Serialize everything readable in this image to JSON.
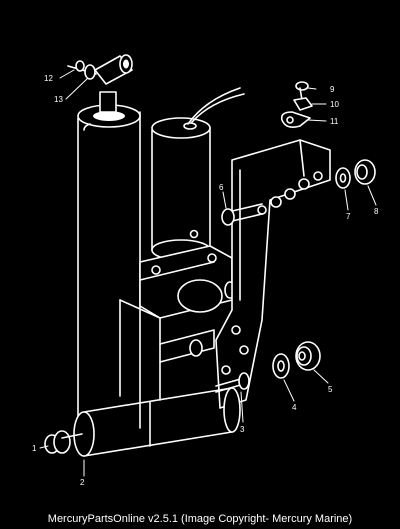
{
  "diagram": {
    "callouts": [
      {
        "id": "1",
        "label": "1"
      },
      {
        "id": "2",
        "label": "2"
      },
      {
        "id": "3",
        "label": "3"
      },
      {
        "id": "4",
        "label": "4"
      },
      {
        "id": "5",
        "label": "5"
      },
      {
        "id": "6",
        "label": "6"
      },
      {
        "id": "7",
        "label": "7"
      },
      {
        "id": "8",
        "label": "8"
      },
      {
        "id": "9",
        "label": "9"
      },
      {
        "id": "10",
        "label": "10"
      },
      {
        "id": "11",
        "label": "11"
      },
      {
        "id": "12",
        "label": "12"
      },
      {
        "id": "13",
        "label": "13"
      }
    ]
  },
  "caption": "MercuryPartsOnline v2.5.1 (Image Copyright- Mercury Marine)",
  "colors": {
    "background": "#000000",
    "line": "#ffffff"
  }
}
